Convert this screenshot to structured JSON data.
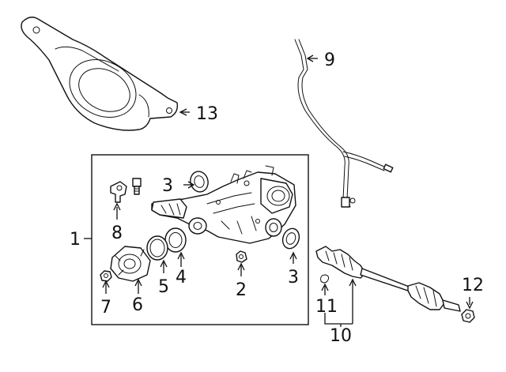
{
  "diagram": {
    "callouts": {
      "c1": "1",
      "c2": "2",
      "c3a": "3",
      "c3b": "3",
      "c4": "4",
      "c5": "5",
      "c6": "6",
      "c7": "7",
      "c8": "8",
      "c9": "9",
      "c10": "10",
      "c11": "11",
      "c12": "12",
      "c13": "13"
    },
    "colors": {
      "line": "#111111",
      "background": "#ffffff"
    }
  }
}
